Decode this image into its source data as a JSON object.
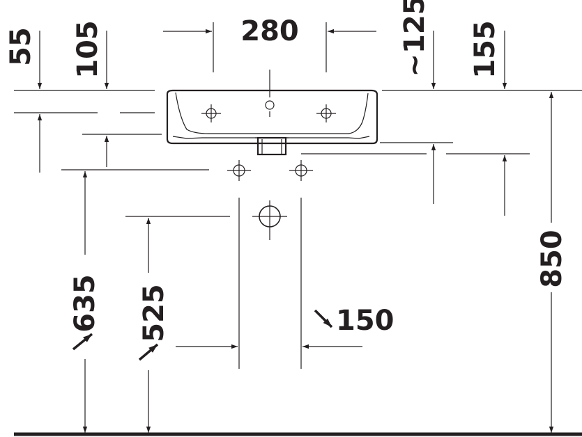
{
  "dimensions": {
    "d55": "55",
    "d105": "105",
    "d280": "280",
    "d125": "~125",
    "d155": "155",
    "d850": "850",
    "d635": "635",
    "d525": "525",
    "d150": "150"
  },
  "colors": {
    "ink": "#231f20",
    "background": "#ffffff"
  }
}
